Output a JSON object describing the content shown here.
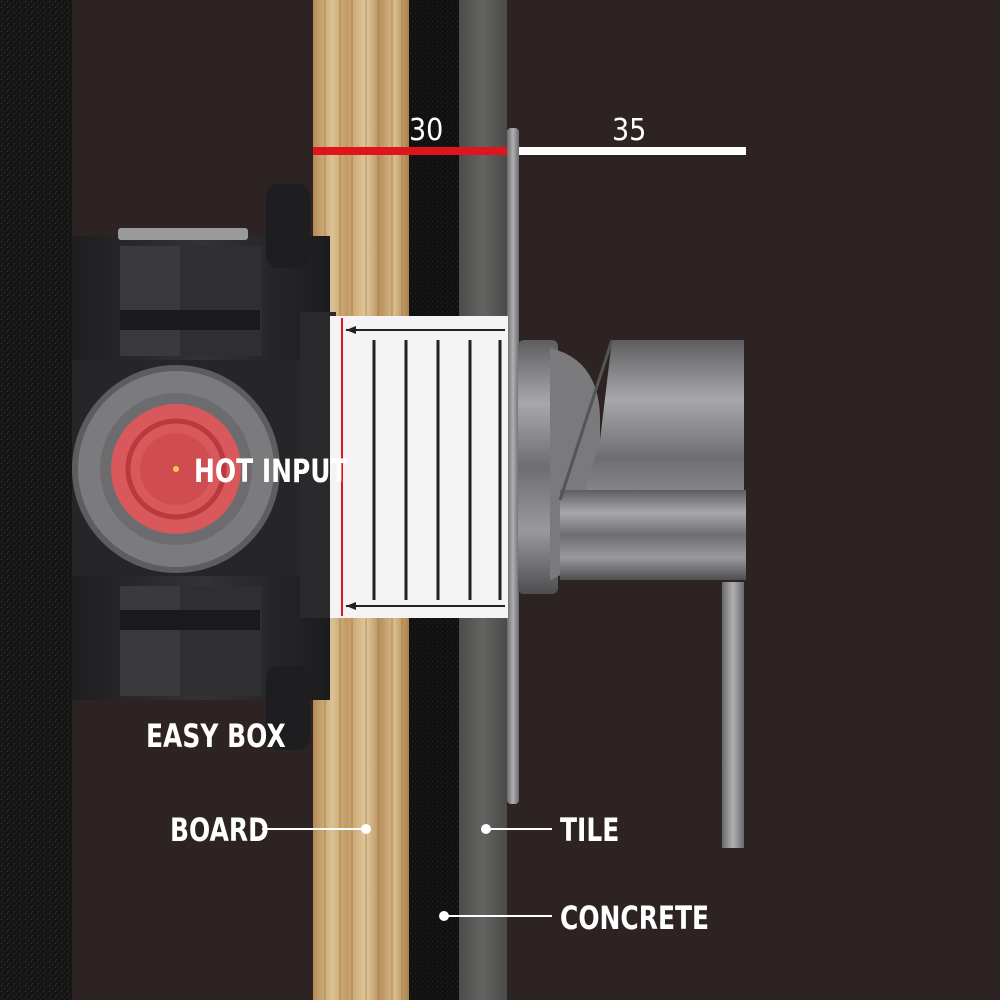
{
  "dimensions": {
    "cavity_depth": "30",
    "projection": "35"
  },
  "callouts": {
    "hot_input": "HOT INPUT",
    "easy_box": "EASY BOX",
    "board": "BOARD",
    "tile": "TILE",
    "concrete": "CONCRETE"
  },
  "colors": {
    "background": "#2d2322",
    "dimension_cavity": "#e0141c",
    "dimension_projection": "#ffffff",
    "hot_input_ring": "#d8585b",
    "board_wood": "#c9a66e",
    "concrete": "#121212",
    "tile": "#5a5a58",
    "valve_body": "#2a2a2c",
    "chrome": "#8a8a8c"
  }
}
